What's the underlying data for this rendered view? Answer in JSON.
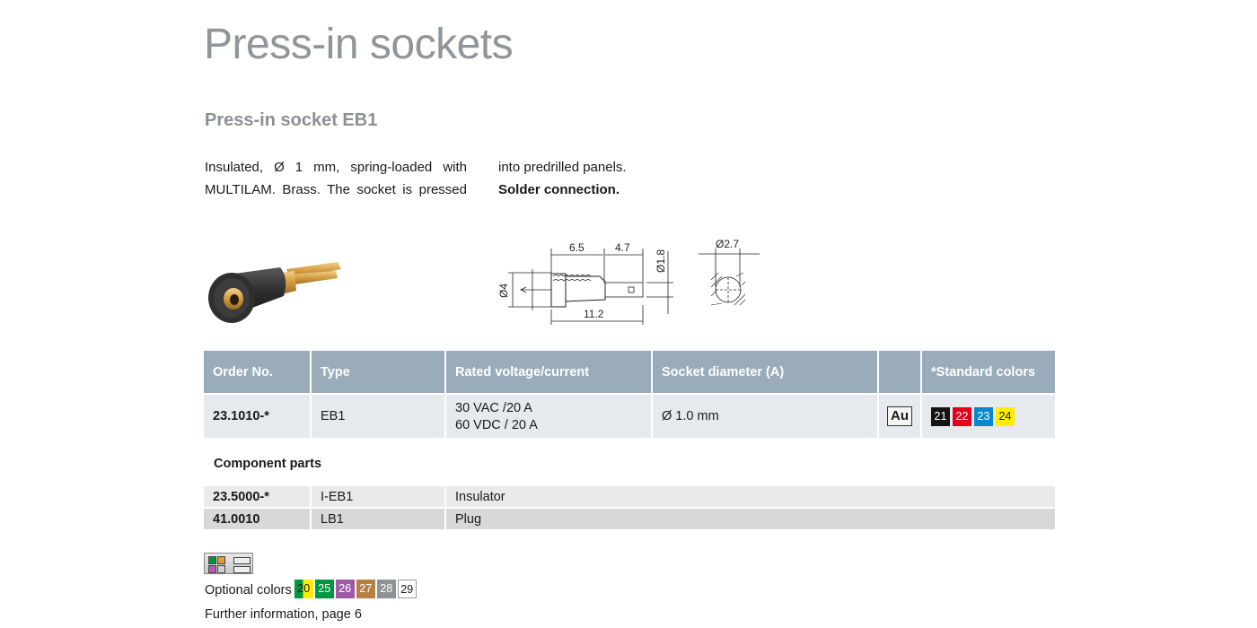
{
  "page": {
    "title": "Press-in sockets",
    "subtitle": "Press-in socket EB1"
  },
  "description": {
    "left_lines": [
      "Insulated, Ø 1 mm, spring-loaded with",
      "MULTILAM. Brass. The socket is pressed"
    ],
    "right_line": "into predrilled panels.",
    "right_bold": "Solder connection."
  },
  "drawing": {
    "dim_6_5": "6.5",
    "dim_4_7": "4.7",
    "dim_1_8": "Ø1.8",
    "dim_4": "Ø4",
    "dim_11_2": "11.2",
    "dim_2_7": "Ø2.7"
  },
  "main_table": {
    "headers": [
      "Order No.",
      "Type",
      "Rated voltage/current",
      "Socket diameter (A)",
      "",
      "*Standard colors"
    ],
    "row": {
      "order_no": "23.1010-*",
      "type": "EB1",
      "voltage_line1": "30 VAC /20 A",
      "voltage_line2": "60 VDC / 20 A",
      "diameter": "Ø 1.0 mm",
      "plating": "Au",
      "standard_colors": [
        {
          "code": "21",
          "bg": "#141414",
          "fg": "#ffffff"
        },
        {
          "code": "22",
          "bg": "#e2001a",
          "fg": "#ffffff"
        },
        {
          "code": "23",
          "bg": "#0a86cc",
          "fg": "#ffffff"
        },
        {
          "code": "24",
          "bg": "#ffed00",
          "fg": "#1a1a1a"
        }
      ]
    }
  },
  "component_parts": {
    "title": "Component parts",
    "rows": [
      {
        "order_no": "23.5000-*",
        "type": "I-EB1",
        "description": "Insulator"
      },
      {
        "order_no": "41.0010",
        "type": "LB1",
        "description": "Plug"
      }
    ]
  },
  "optional_colors": {
    "label": "Optional colors",
    "colors": [
      {
        "code": "20",
        "bg": "linear-gradient(90deg,#009640 45%,#ffed00 45%)",
        "fg": "#1a1a1a"
      },
      {
        "code": "25",
        "bg": "#009640",
        "fg": "#ffffff"
      },
      {
        "code": "26",
        "bg": "#a05aa5",
        "fg": "#ffffff"
      },
      {
        "code": "27",
        "bg": "#b87f45",
        "fg": "#ffffff"
      },
      {
        "code": "28",
        "bg": "#8e9396",
        "fg": "#ffffff"
      },
      {
        "code": "29",
        "bg": "#ffffff",
        "fg": "#1a1a1a"
      }
    ]
  },
  "further_info": "Further information, page 6"
}
